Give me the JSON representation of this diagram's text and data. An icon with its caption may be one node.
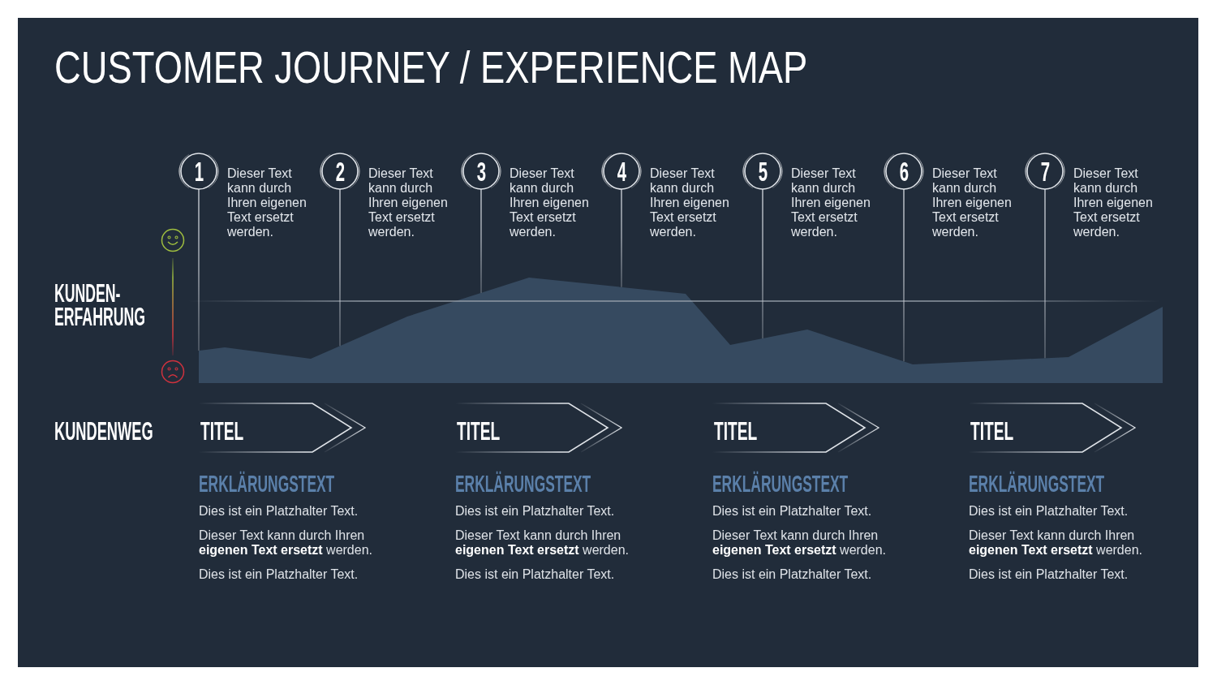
{
  "diagram": {
    "title": "CUSTOMER JOURNEY / EXPERIENCE MAP",
    "nodes": [
      {
        "text": [
          "1"
        ],
        "beside": [
          "Dieser Text kann durch Ihren eigenen Text ersetzt werden."
        ]
      },
      {
        "text": [
          "2"
        ],
        "beside": [
          "Dieser Text kann durch Ihren eigenen Text ersetzt werden."
        ]
      },
      {
        "text": [
          "3"
        ],
        "beside": [
          "Dieser Text kann durch Ihren eigenen Text ersetzt werden."
        ]
      },
      {
        "text": [
          "4"
        ],
        "beside": [
          "Dieser Text kann durch Ihren eigenen Text ersetzt werden."
        ]
      },
      {
        "text": [
          "5"
        ],
        "beside": [
          "Dieser Text kann durch Ihren eigenen Text ersetzt werden."
        ]
      },
      {
        "text": [
          "6"
        ],
        "beside": [
          "Dieser Text kann durch Ihren eigenen Text ersetzt werden."
        ]
      },
      {
        "text": [
          "7"
        ],
        "beside": [
          "Dieser Text kann durch Ihren eigenen Text ersetzt werden."
        ]
      },
      {
        "text": [],
        "shape": "area"
      },
      {
        "text": [
          "TITEL"
        ],
        "beside": [
          "ERKLÄRUNGSTEXT",
          "Dies ist ein Platzhalter Text.",
          "Dieser Text kann durch Ihren **eigenen Text ersetzt** werden.",
          "Dies ist ein Platzhalter Text."
        ]
      },
      {
        "text": [
          "TITEL"
        ],
        "beside": [
          "ERKLÄRUNGSTEXT",
          "Dies ist ein Platzhalter Text.",
          "Dieser Text kann durch Ihren **eigenen Text ersetzt** werden.",
          "Dies ist ein Platzhalter Text."
        ]
      },
      {
        "text": [
          "TITEL"
        ],
        "beside": [
          "ERKLÄRUNGSTEXT",
          "Dies ist ein Platzhalter Text.",
          "Dieser Text kann durch Ihren **eigenen Text ersetzt** werden.",
          "Dies ist ein Platzhalter Text."
        ]
      },
      {
        "text": [
          "TITEL"
        ],
        "beside": [
          "ERKLÄRUNGSTEXT",
          "Dies ist ein Platzhalter Text.",
          "Dieser Text kann durch Ihren **eigenen Text ersetzt** werden.",
          "Dies ist ein Platzhalter Text."
        ]
      }
    ],
    "edges": [
      {
        "from": 0,
        "to": 7,
        "arrow": "none"
      },
      {
        "from": 1,
        "to": 7,
        "arrow": "none"
      },
      {
        "from": 2,
        "to": 7,
        "arrow": "none"
      },
      {
        "from": 3,
        "to": 7,
        "arrow": "none"
      },
      {
        "from": 4,
        "to": 7,
        "arrow": "none"
      },
      {
        "from": 5,
        "to": 7,
        "arrow": "none"
      },
      {
        "from": 6,
        "to": 7,
        "arrow": "none"
      }
    ],
    "labels": [
      "KUNDEN- ERFAHRUNG",
      "KUNDENWEG"
    ]
  }
}
